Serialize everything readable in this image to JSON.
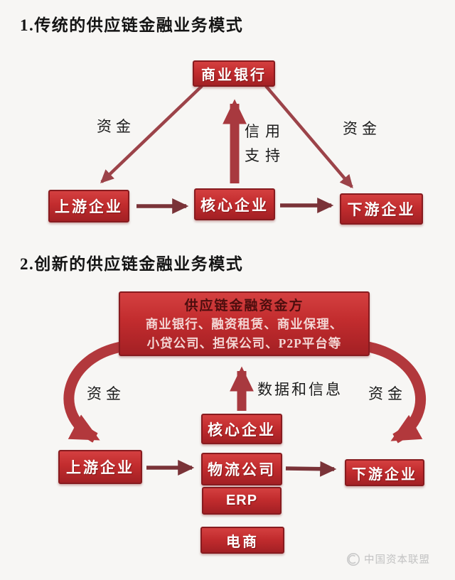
{
  "section1": {
    "title": "1.传统的供应链金融业务模式",
    "boxes": {
      "bank": "商业银行",
      "upstream": "上游企业",
      "core": "核心企业",
      "downstream": "下游企业"
    },
    "labels": {
      "funds_left": "资金",
      "credit_line1": "信用",
      "credit_line2": "支持",
      "funds_right": "资金"
    }
  },
  "section2": {
    "title": "2.创新的供应链金融业务模式",
    "funders": {
      "title": "供应链金融资金方",
      "line1": "商业银行、融资租赁、商业保理、",
      "line2": "小贷公司、担保公司、P2P平台等"
    },
    "labels": {
      "funds_left": "资金",
      "data_info": "数据和信息",
      "funds_right": "资金"
    },
    "boxes": {
      "core": "核心企业",
      "upstream": "上游企业",
      "logistics": "物流公司",
      "downstream": "下游企业",
      "erp": "ERP",
      "ecommerce": "电商"
    }
  },
  "watermark": {
    "text": "中国资本联盟"
  },
  "colors": {
    "box_red_top": "#d44040",
    "box_red_bottom": "#a32024",
    "box_border": "#871b1f",
    "arrow_dark": "#7a3338",
    "arrow_line": "#9c4349",
    "arrow_thick": "#a8393f",
    "arrow_curve": "#b2383c",
    "funders_title_text": "#4d0e0e",
    "funders_body_text": "#f3d6d4",
    "watermark_gray": "#c2c2c2"
  }
}
